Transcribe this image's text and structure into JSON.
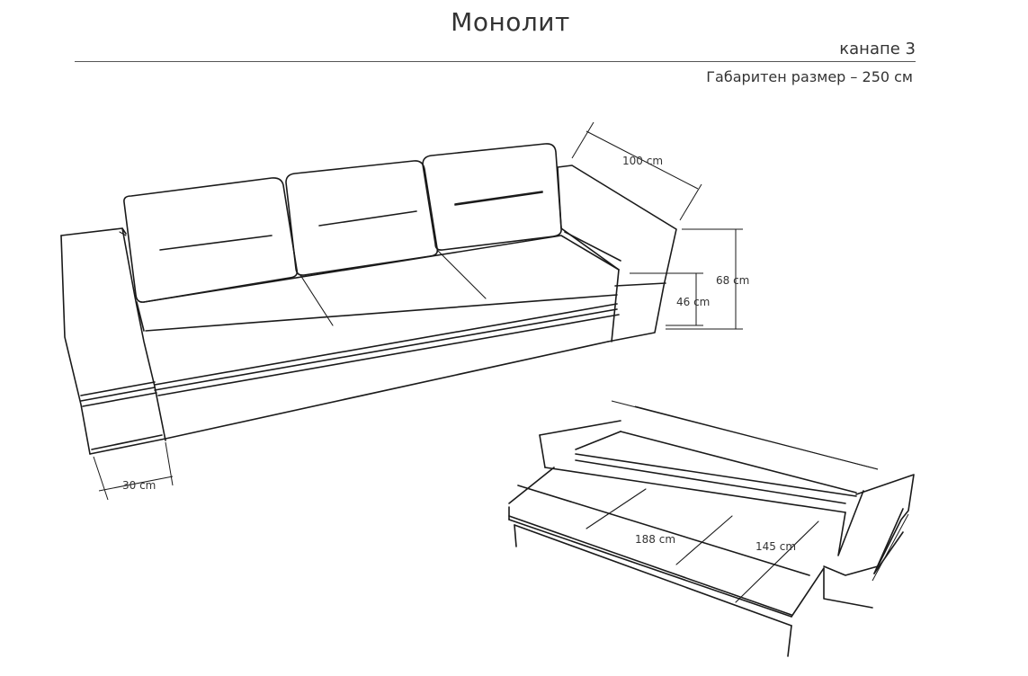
{
  "header": {
    "title": "Монолит",
    "subtitle": "канапе 3",
    "size_label": "Габаритен размер – 250 см"
  },
  "dimensions": {
    "back_depth": "100 cm",
    "total_height": "68 cm",
    "seat_height": "46 cm",
    "armrest_width": "30 cm",
    "bed_length": "188 cm",
    "bed_width": "145 cm"
  }
}
